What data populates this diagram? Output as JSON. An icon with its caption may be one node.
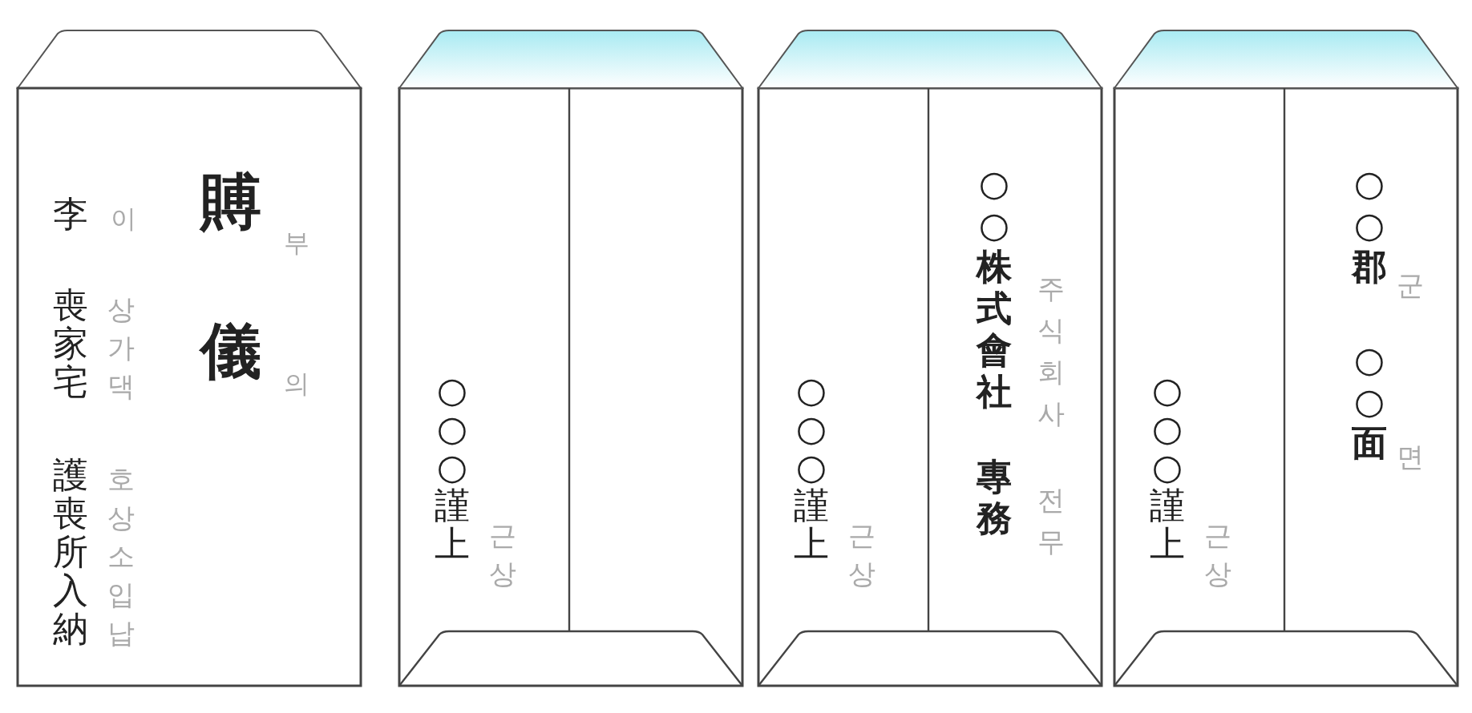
{
  "diagram": {
    "nodes": [
      {
        "text": [
          "賻儀",
          "부의",
          "李",
          "이",
          "喪家宅",
          "상가댁",
          "護喪所入納",
          "호상소입납"
        ]
      },
      {
        "text": [
          "○○○謹上",
          "근상"
        ]
      },
      {
        "text": [
          "○○○謹上",
          "근상",
          "○○株式會社",
          "주식회사",
          "專務",
          "전무"
        ]
      },
      {
        "text": [
          "○○○謹上",
          "근상",
          "○○郡",
          "군",
          "○○面",
          "면"
        ]
      }
    ]
  }
}
